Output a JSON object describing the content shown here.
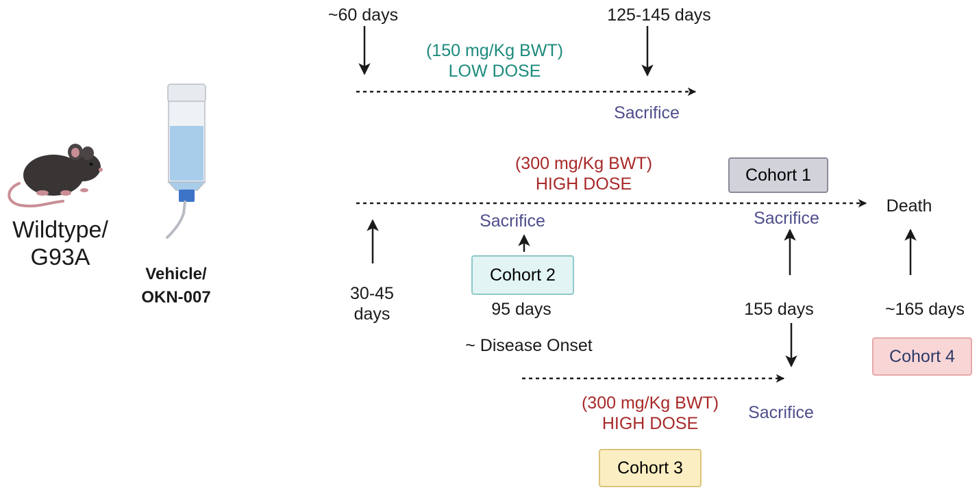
{
  "colors": {
    "low_dose": "#1c8a7c",
    "high_dose": "#a82828",
    "sacrifice": "#4e4e8c",
    "text": "#1a1a1a",
    "arrow": "#1a1a1a",
    "cohort1_bg": "#d2d2da",
    "cohort1_border": "#8a8a98",
    "cohort2_bg": "#e2f4f4",
    "cohort2_border": "#8fc8c8",
    "cohort3_bg": "#fbeec2",
    "cohort3_border": "#dcc27a",
    "cohort4_bg": "#f9d6d6",
    "cohort4_border": "#e6a8a8"
  },
  "subjects": {
    "mouse_icon": "mouse-icon",
    "mouse_label_line1": "Wildtype/",
    "mouse_label_line2": "G93A",
    "bottle_icon": "water-bottle-icon",
    "bottle_label_line1": "Vehicle/",
    "bottle_label_line2": "OKN-007"
  },
  "timeline_low": {
    "start_label": "~60 days",
    "end_label": "125-145 days",
    "dose_line1": "(150 mg/Kg BWT)",
    "dose_line2": "LOW DOSE",
    "sacrifice": "Sacrifice"
  },
  "timeline_high": {
    "dose_line1": "(300 mg/Kg BWT)",
    "dose_line2": "HIGH DOSE",
    "end_label": "Death",
    "start_label_line1": "30-45",
    "start_label_line2": "days"
  },
  "cohort1": {
    "label": "Cohort 1",
    "sacrifice": "Sacrifice",
    "days": "155  days"
  },
  "cohort2": {
    "label": "Cohort 2",
    "sacrifice": "Sacrifice",
    "days": "95 days",
    "note": "~ Disease Onset"
  },
  "cohort3": {
    "label": "Cohort 3",
    "dose_line1": "(300 mg/Kg BWT)",
    "dose_line2": "HIGH DOSE",
    "sacrifice": "Sacrifice"
  },
  "cohort4": {
    "label": "Cohort 4",
    "days": "~165  days"
  }
}
